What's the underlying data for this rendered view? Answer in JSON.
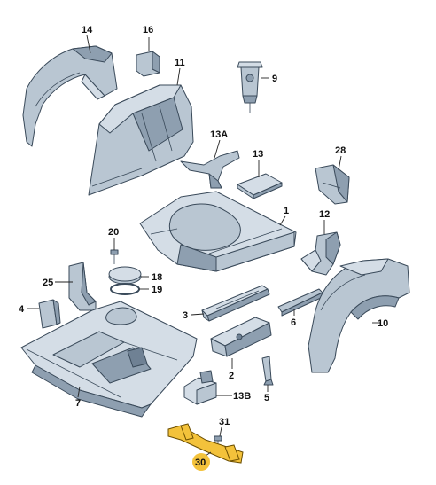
{
  "callouts": {
    "c14": "14",
    "c16": "16",
    "c11": "11",
    "c9": "9",
    "c13a": "13A",
    "c13": "13",
    "c28": "28",
    "c1": "1",
    "c12": "12",
    "c20": "20",
    "c25": "25",
    "c18": "18",
    "c19": "19",
    "c4": "4",
    "c3": "3",
    "c6": "6",
    "c10": "10",
    "c2": "2",
    "c5": "5",
    "c7": "7",
    "c13b": "13B",
    "c31": "31",
    "c30": "30"
  },
  "colors": {
    "highlight": "#f3c23b",
    "part_fill": "#b9c6d2",
    "outline": "#3a4a5a"
  }
}
